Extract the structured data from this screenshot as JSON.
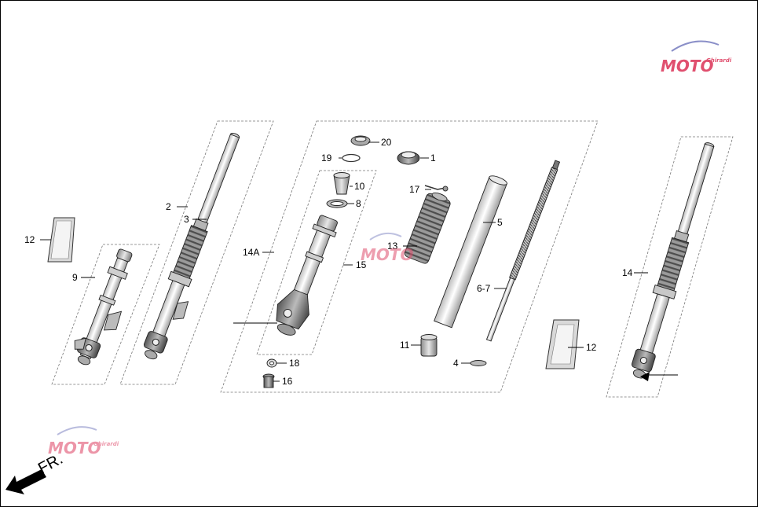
{
  "direction_label": "FR.",
  "watermark": {
    "text": "MOTO",
    "subtext": "Ghirardi",
    "color_primary": "#e0506f",
    "color_secondary": "#8a8fc8"
  },
  "callouts": {
    "c1": "1",
    "c2": "2",
    "c3": "3",
    "c4": "4",
    "c5": "5",
    "c67": "6-7",
    "c8": "8",
    "c9": "9",
    "c10": "10",
    "c11": "11",
    "c12a": "12",
    "c12b": "12",
    "c13": "13",
    "c14": "14",
    "c14a": "14A",
    "c15": "15",
    "c16": "16",
    "c17": "17",
    "c18": "18",
    "c19": "19",
    "c20": "20"
  }
}
